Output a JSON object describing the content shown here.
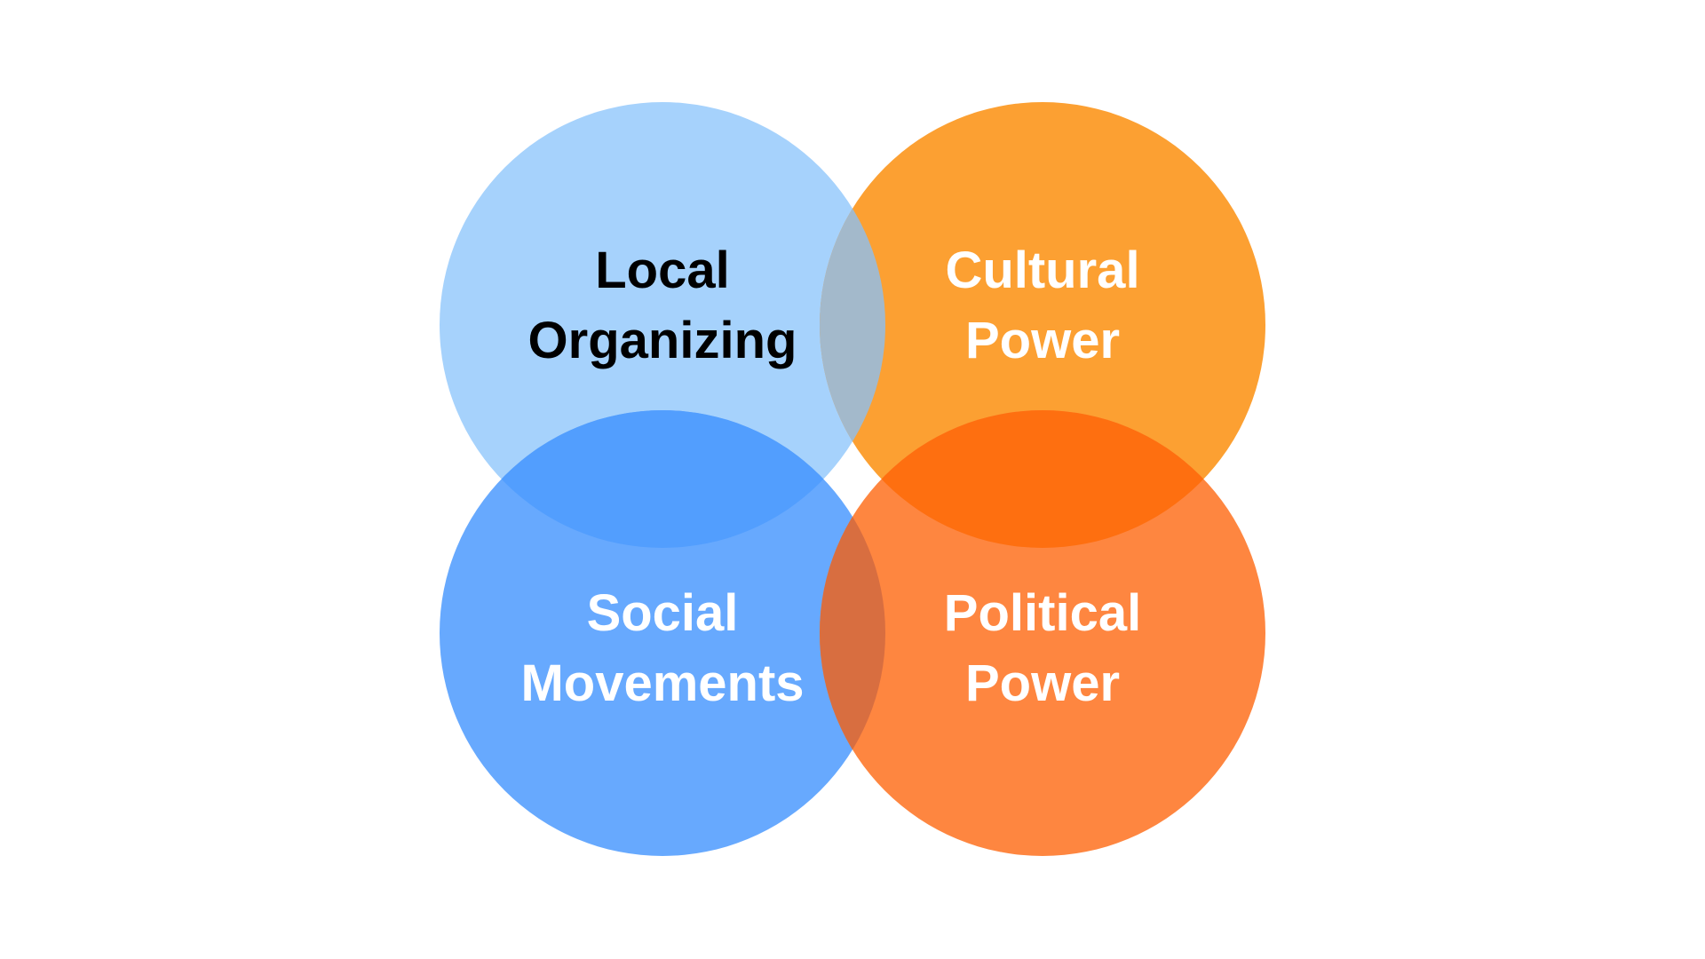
{
  "diagram": {
    "type": "venn-4-grid",
    "circles": [
      {
        "id": "local-organizing",
        "lines": [
          "Local",
          "Organizing"
        ],
        "color": "#A6D2FC",
        "text_color": "#000000"
      },
      {
        "id": "cultural-power",
        "lines": [
          "Cultural",
          "Power"
        ],
        "color": "#FCA032",
        "text_color": "#FFFFFF"
      },
      {
        "id": "social-movements",
        "lines": [
          "Social",
          "Movements"
        ],
        "color": "#67A9FE",
        "text_color": "#FFFFFF"
      },
      {
        "id": "political-power",
        "lines": [
          "Political",
          "Power"
        ],
        "color": "#FE8640",
        "text_color": "#FFFFFF"
      }
    ],
    "overlap_colors": {
      "local_cultural": "#A3B9CB",
      "local_social": "#529EFE",
      "cultural_political": "#FE6F10",
      "social_political": "#D86E40"
    }
  }
}
